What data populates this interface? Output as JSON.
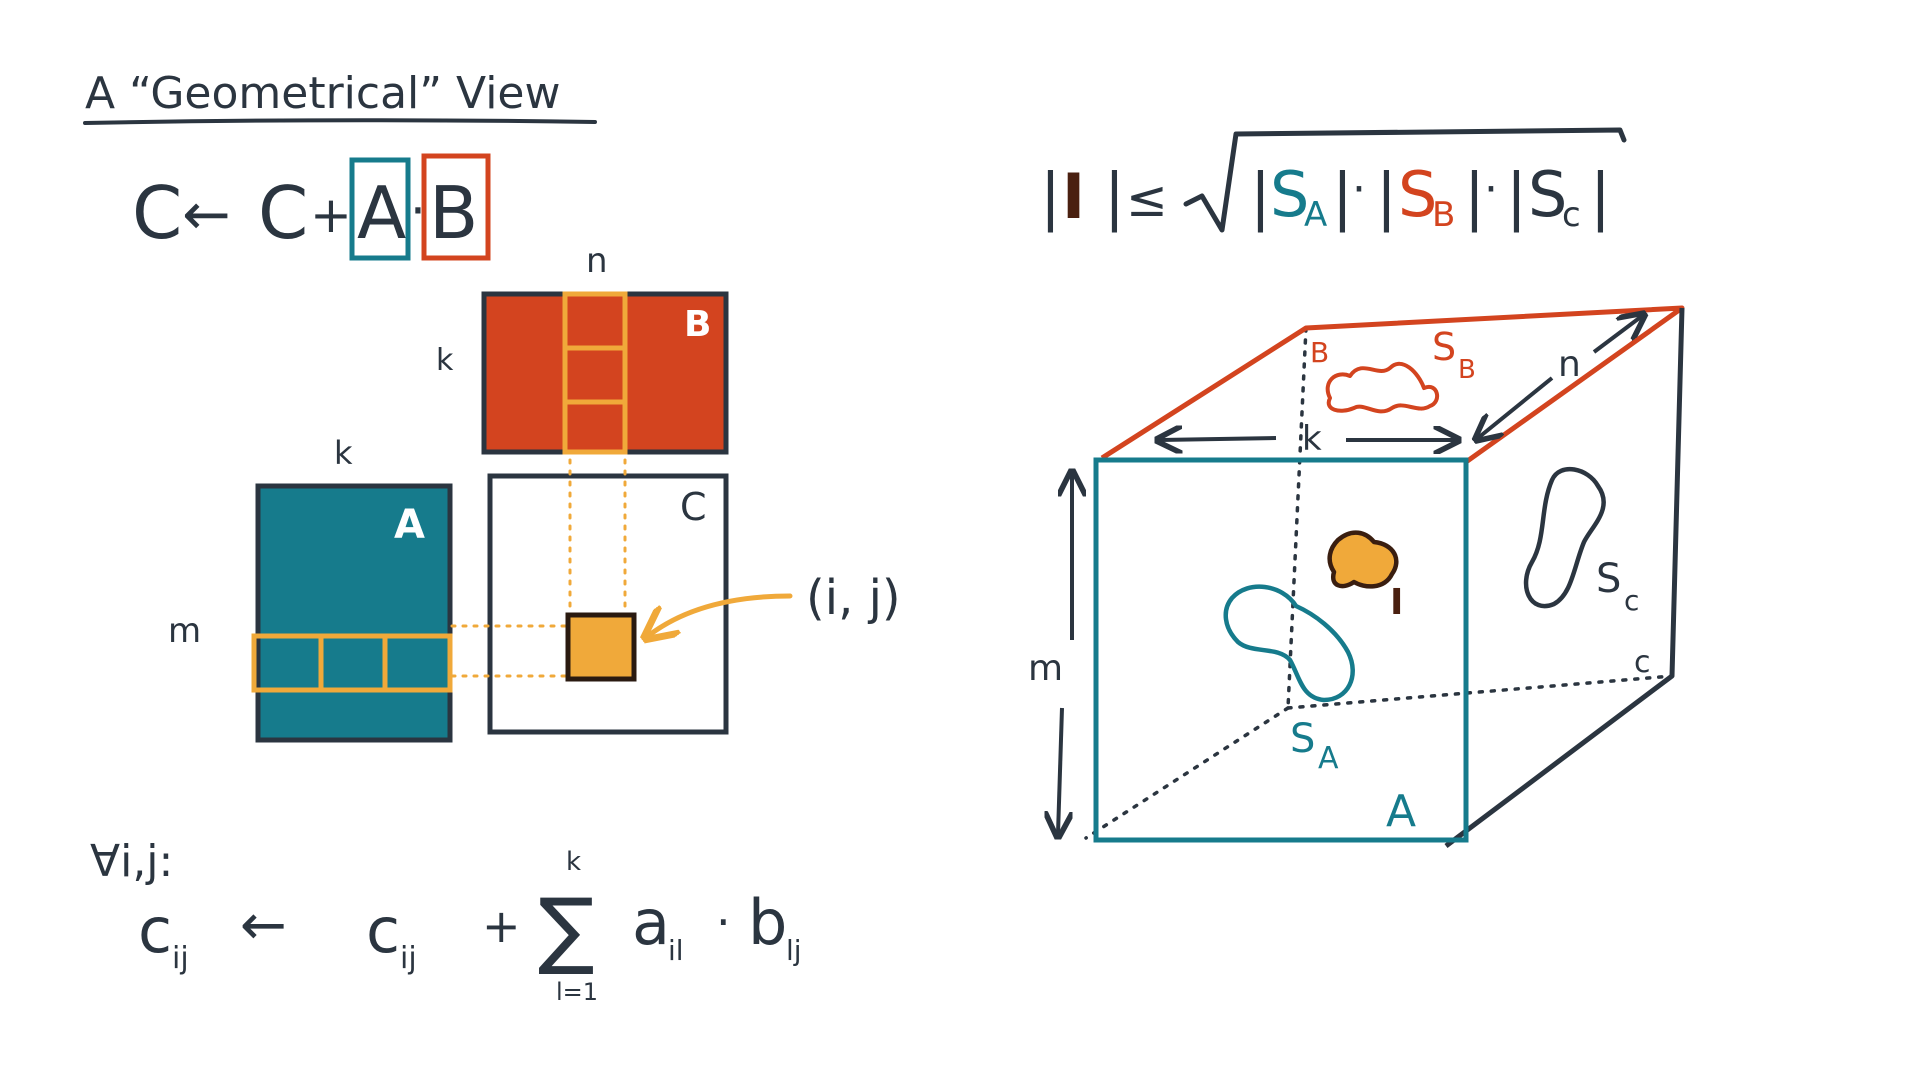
{
  "title": "A “Geometrical” View",
  "colors": {
    "ink": "#2b3540",
    "teal": "#167b8c",
    "red": "#d3441f",
    "orange": "#f0a93a",
    "brown": "#4a2010"
  },
  "update_eq": {
    "c1": "C",
    "arrow": "←",
    "c2": "C",
    "plus": "+",
    "a": "A",
    "dot": "·",
    "b": "B"
  },
  "matrices": {
    "dim_n": "n",
    "dim_k_b": "k",
    "dim_k_a": "k",
    "dim_m": "m",
    "label_a": "A",
    "label_b": "B",
    "label_c": "C",
    "entry_label": "(i, j)"
  },
  "forall": {
    "quantifier": "∀i,j:",
    "lhs": "c",
    "lhs_sub": "ij",
    "arrow": "←",
    "rhs": "c",
    "rhs_sub": "ij",
    "plus": "+",
    "sigma": "∑",
    "sum_top": "k",
    "sum_bottom": "l=1",
    "term_a": "a",
    "term_a_sub": "il",
    "dot": "·",
    "term_b": "b",
    "term_b_sub": "lj"
  },
  "inequality": {
    "i_open": "|",
    "i": "I",
    "i_close": "|",
    "leq": "≤",
    "sa_open": "|",
    "sa": "S",
    "sa_sub": "A",
    "sa_close": "|",
    "dot1": "·",
    "sb_open": "|",
    "sb": "S",
    "sb_sub": "B",
    "sb_close": "|",
    "dot2": "·",
    "sc_open": "|",
    "sc": "S",
    "sc_sub": "c",
    "sc_close": "|"
  },
  "cube": {
    "face_b": "B",
    "s_b": "S",
    "s_b_sub": "B",
    "dim_n": "n",
    "dim_k": "k",
    "dim_m": "m",
    "label_i": "I",
    "s_c": "S",
    "s_c_sub": "c",
    "face_c": "c",
    "s_a": "S",
    "s_a_sub": "A",
    "face_a": "A"
  }
}
